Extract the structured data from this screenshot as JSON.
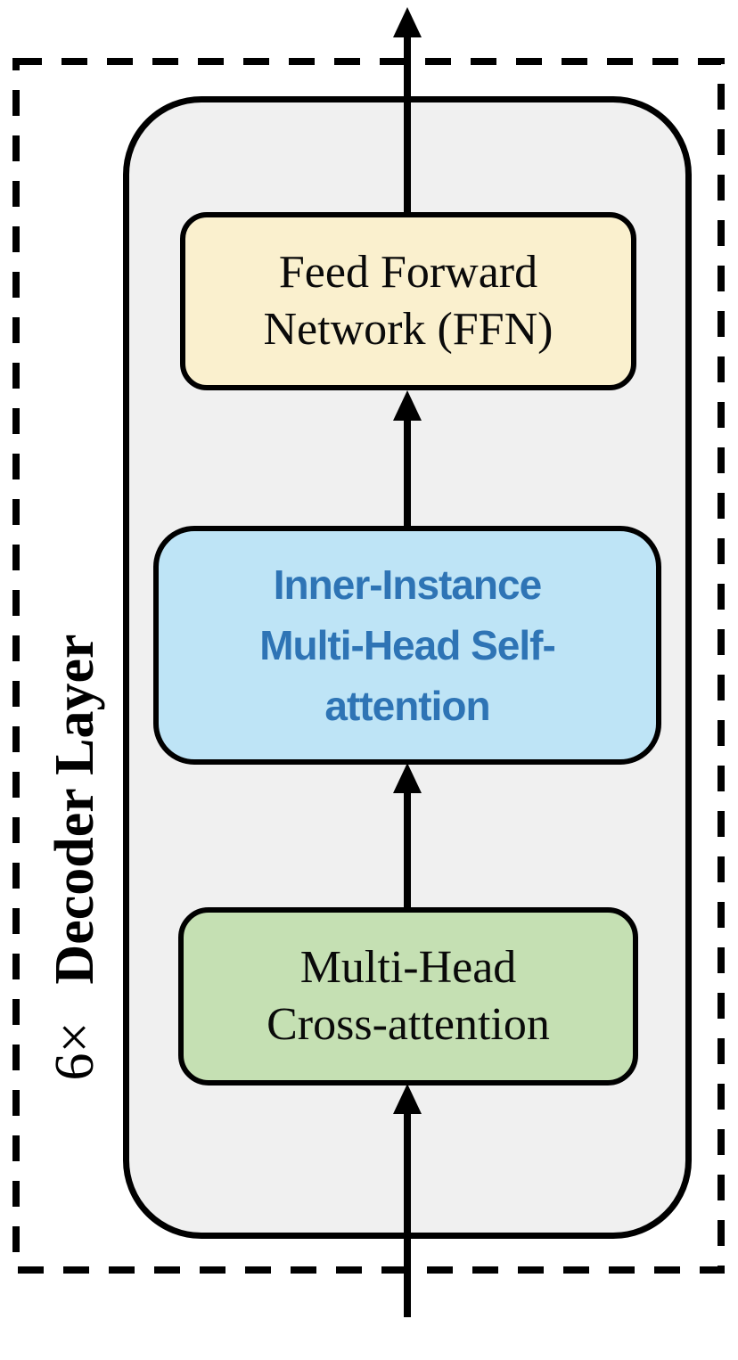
{
  "side_label": {
    "repeat": "6×",
    "title": "Decoder Layer"
  },
  "blocks": {
    "ffn": {
      "line1": "Feed Forward",
      "line2": "Network (FFN)"
    },
    "self_attention": {
      "line1": "Inner-Instance",
      "line2": "Multi-Head Self-",
      "line3": "attention"
    },
    "cross_attention": {
      "line1": "Multi-Head",
      "line2": "Cross-attention"
    }
  },
  "colors": {
    "container_fill": "#F0F0F0",
    "ffn_fill": "#FAF0CE",
    "self_attention_fill": "#BEE4F6",
    "self_attention_text": "#2E74B5",
    "cross_attention_fill": "#C5E0B3",
    "line_color": "#000000"
  }
}
